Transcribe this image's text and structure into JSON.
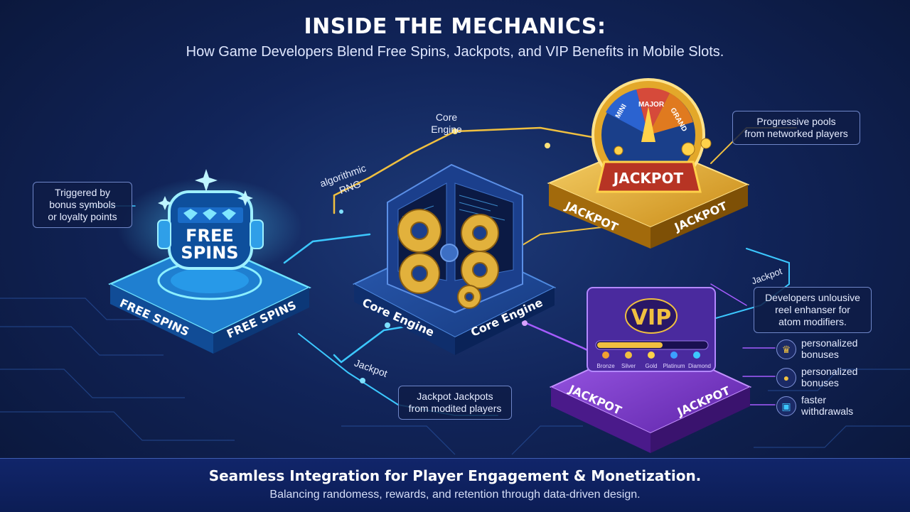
{
  "header": {
    "title": "INSIDE THE MECHANICS:",
    "subtitle": "How Game Developers Blend Free Spins, Jackpots, and VIP Benefits in Mobile Slots."
  },
  "free_spins": {
    "icon_text": [
      "FREE",
      "SPINS"
    ],
    "platform_left": "FREE SPINS",
    "platform_right": "FREE SPINS",
    "callout": [
      "Triggered by",
      "bonus symbols",
      "or loyalty points"
    ]
  },
  "core_engine": {
    "label_top": [
      "Core",
      "Engine"
    ],
    "label_rng": [
      "algorithmic",
      "RNG"
    ],
    "platform_left": "Core Engine",
    "platform_right": "Core Engine"
  },
  "jackpot": {
    "wheel_segments": [
      "MINI",
      "MAJOR",
      "GRAND"
    ],
    "banner": "JACKPOT",
    "platform_left": "JACKPOT",
    "platform_right": "JACKPOT",
    "callout": [
      "Progressive pools",
      "from networked players"
    ]
  },
  "vip": {
    "badge": "VIP",
    "tiers": [
      "Bronze",
      "Silver",
      "Gold",
      "Platinum",
      "Diamond"
    ],
    "platform_left": "JACKPOT",
    "platform_right": "JACKPOT",
    "callout": [
      "Developers unlousive",
      "reel enhanser for",
      "atom modifiers."
    ],
    "connector_label": "Jackpot",
    "benefits": [
      {
        "icon": "crown-icon",
        "lines": [
          "personalized",
          "bonuses"
        ]
      },
      {
        "icon": "user-icon",
        "lines": [
          "personalized",
          "bonuses"
        ]
      },
      {
        "icon": "wallet-icon",
        "lines": [
          "faster",
          "withdrawals"
        ]
      }
    ]
  },
  "jackpot_pool": {
    "connector_label": "Jackpot",
    "callout": [
      "Jackpot Jackpots",
      "from modited players"
    ]
  },
  "footer": {
    "title": "Seamless Integration for Player Engagement & Monetization.",
    "subtitle": "Balancing randomess, rewards, and retention through data-driven design."
  },
  "colors": {
    "background": "#112459",
    "free_spins": "#2fb4ff",
    "core_engine": "#2e5fb8",
    "jackpot": "#e0a526",
    "vip": "#8a45d6",
    "connector": "#f0c040"
  }
}
